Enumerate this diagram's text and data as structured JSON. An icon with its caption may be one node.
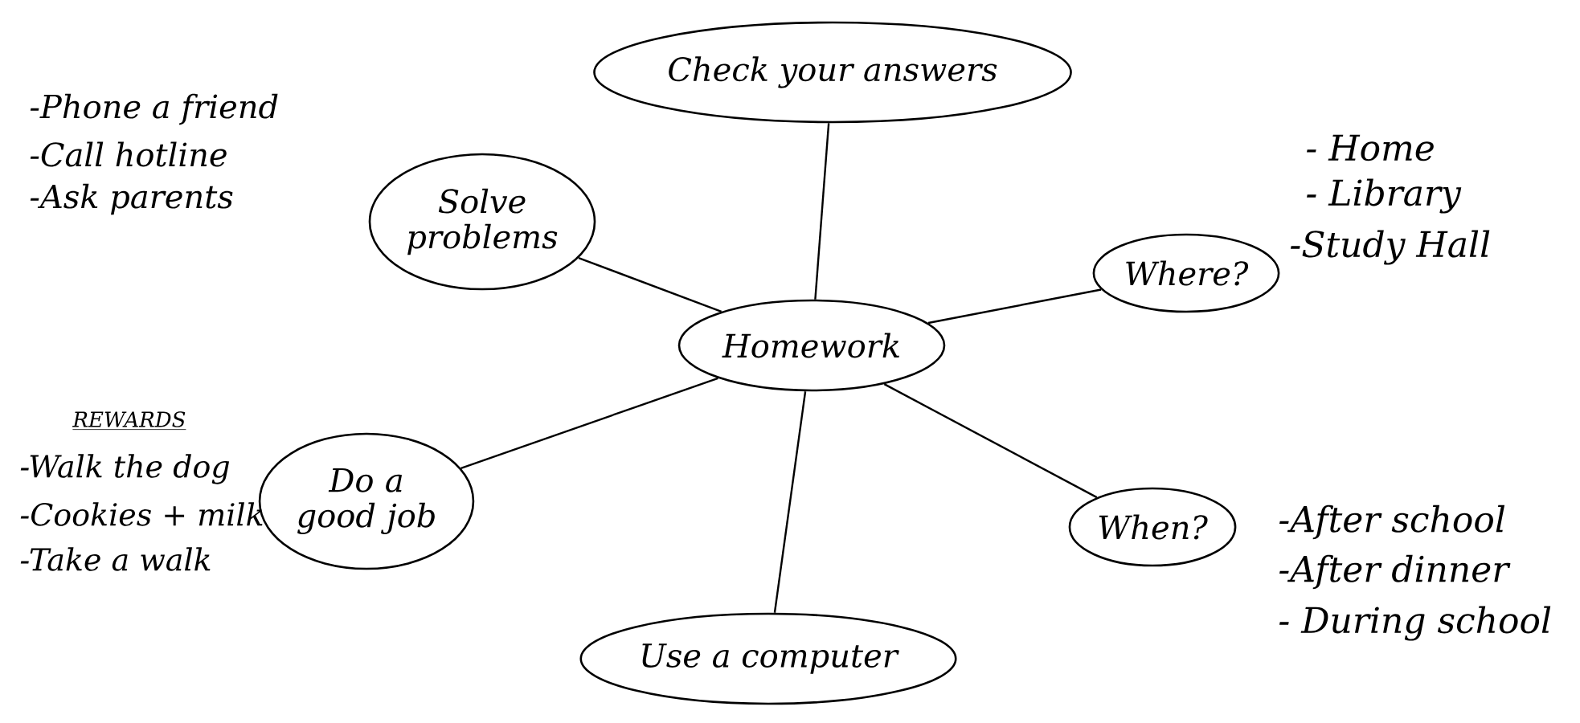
{
  "diagram": {
    "nodes": [
      {
        "text": [
          "Homework"
        ]
      },
      {
        "text": [
          "Check your answers"
        ]
      },
      {
        "text": [
          "Solve problems"
        ],
        "beside": [
          "-Phone a friend",
          "-Call hotline",
          "-Ask parents"
        ]
      },
      {
        "text": [
          "Where?"
        ],
        "beside": [
          "- Home",
          "- Library",
          "-Study Hall"
        ]
      },
      {
        "text": [
          "Do a good job"
        ],
        "beside": [
          "REWARDS",
          "-Walk the dog",
          "-Cookies + milk",
          "-Take a walk"
        ]
      },
      {
        "text": [
          "When?"
        ],
        "beside": [
          "-After school",
          "-After dinner",
          "- During school"
        ]
      },
      {
        "text": [
          "Use a computer"
        ]
      }
    ],
    "edges": [
      {
        "from": 0,
        "to": 1,
        "arrow": "none"
      },
      {
        "from": 0,
        "to": 2,
        "arrow": "none"
      },
      {
        "from": 0,
        "to": 3,
        "arrow": "none"
      },
      {
        "from": 0,
        "to": 4,
        "arrow": "none"
      },
      {
        "from": 0,
        "to": 5,
        "arrow": "none"
      },
      {
        "from": 0,
        "to": 6,
        "arrow": "none"
      }
    ]
  }
}
